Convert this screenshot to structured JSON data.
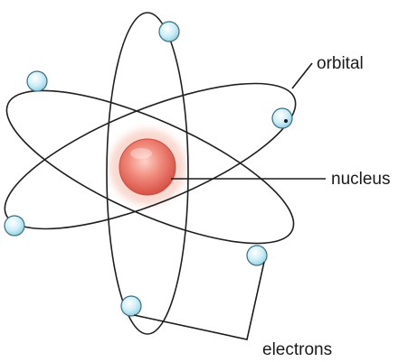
{
  "labels": {
    "orbital": "orbital",
    "nucleus": "nucleus",
    "electrons": "electrons"
  },
  "colors": {
    "orbit_line": "#1f1f1f",
    "electron_fill": "#cdeef7",
    "electron_outline": "#3b6f83",
    "nucleus_fill": "#e0584b",
    "nucleus_highlight": "#ffd2c8",
    "label_text": "#1a1a1a"
  },
  "parts": {
    "orbit_count": 3,
    "electron_count": 6
  }
}
